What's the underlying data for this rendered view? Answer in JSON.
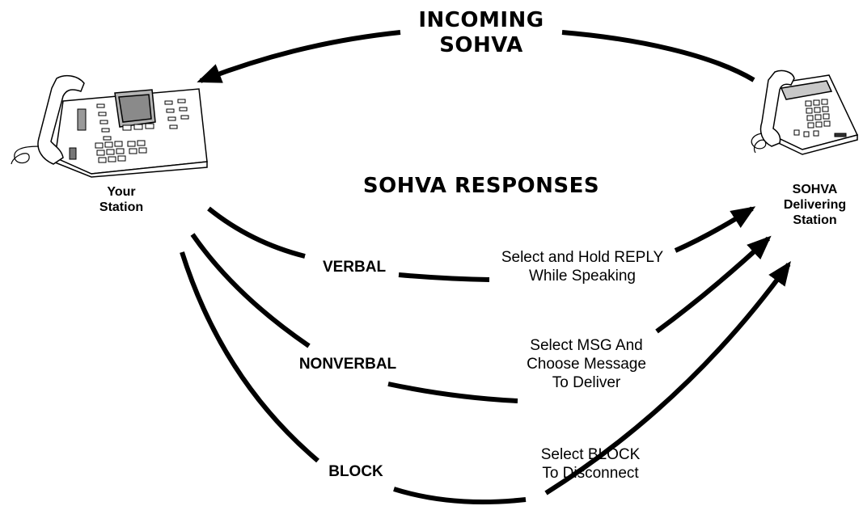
{
  "incoming": {
    "line1": "INCOMING",
    "line2": "SOHVA"
  },
  "responses_title": "SOHVA RESPONSES",
  "your_station": {
    "line1": "Your",
    "line2": "Station"
  },
  "delivering_station": {
    "line1": "SOHVA",
    "line2": "Delivering",
    "line3": "Station"
  },
  "responses": [
    {
      "name": "VERBAL",
      "action_line1": "Select and Hold REPLY",
      "action_line2": "While Speaking"
    },
    {
      "name": "NONVERBAL",
      "action_line1": "Select MSG And",
      "action_line2": "Choose Message",
      "action_line3": "To Deliver"
    },
    {
      "name": "BLOCK",
      "action_line1": "Select BLOCK",
      "action_line2": "To Disconnect"
    }
  ]
}
